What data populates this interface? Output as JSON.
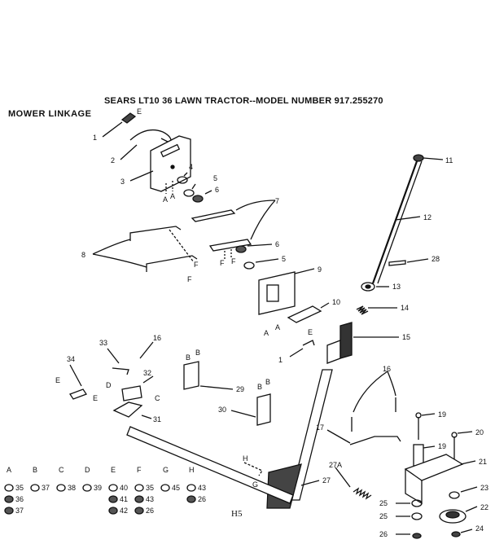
{
  "header": {
    "title": "SEARS LT10 36 LAWN TRACTOR--MODEL NUMBER 917.255270",
    "section": "MOWER LINKAGE"
  },
  "callouts": [
    "1",
    "2",
    "3",
    "4",
    "5",
    "6",
    "7",
    "8",
    "9",
    "10",
    "11",
    "12",
    "13",
    "14",
    "15",
    "16",
    "17",
    "19",
    "20",
    "21",
    "22",
    "23",
    "24",
    "25",
    "26",
    "27",
    "27A",
    "28",
    "29",
    "30",
    "31",
    "32",
    "33",
    "34",
    "36",
    "37",
    "38",
    "39",
    "40",
    "41",
    "42",
    "43",
    "45",
    "G",
    "E",
    "D",
    "C",
    "H",
    "F",
    "A",
    "B"
  ],
  "hardware_legend": [
    {
      "letter": "A",
      "items": [
        "35",
        "36",
        "37"
      ]
    },
    {
      "letter": "B",
      "items": [
        "37"
      ]
    },
    {
      "letter": "C",
      "items": [
        "38"
      ]
    },
    {
      "letter": "D",
      "items": [
        "39"
      ]
    },
    {
      "letter": "E",
      "items": [
        "40",
        "41",
        "42"
      ]
    },
    {
      "letter": "F",
      "items": [
        "35",
        "43",
        "26"
      ]
    },
    {
      "letter": "G",
      "items": [
        "45"
      ]
    },
    {
      "letter": "H",
      "items": [
        "43",
        "26"
      ]
    }
  ],
  "page_code": "H5"
}
